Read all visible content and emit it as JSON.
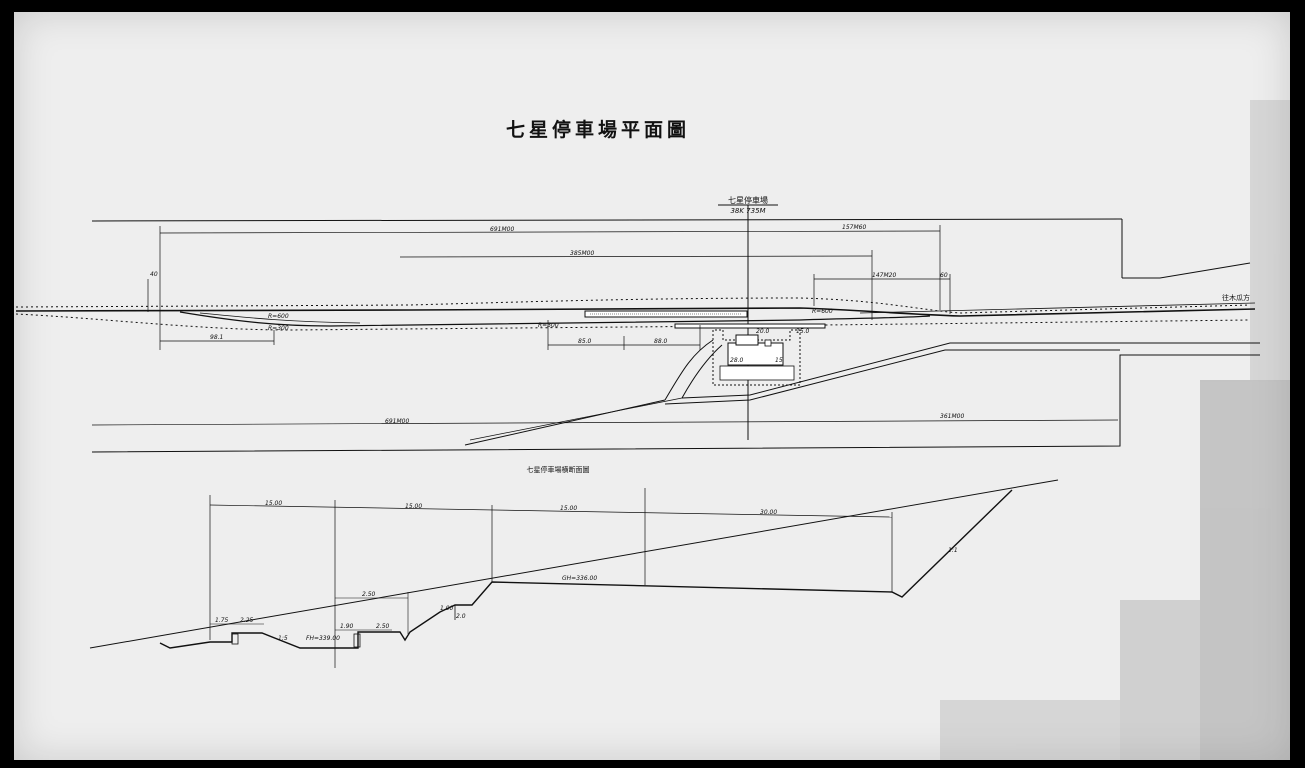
{
  "title": "七星停車場平面圖",
  "station_label": "七星停車場",
  "station_km": "38K 735M",
  "right_terminus_label": "往木瓜方",
  "section_title": "七星停車場横断面圖",
  "plan_dims": {
    "d_top_1": "691M00",
    "d_top_2": "157M60",
    "d_top_3": "385M00",
    "d_top_4": "147M20",
    "d_small_right": "60",
    "d_left_vert": "40",
    "d_lower_1": "98.1",
    "d_lower_2": "85.0",
    "d_lower_3": "88.0",
    "d_bottom_1": "691M00",
    "d_bottom_2": "361M00",
    "r_left_1": "R=600",
    "r_left_2": "R=300",
    "r_mid": "R=300",
    "r_right": "R=600",
    "bldg_1": "28.0",
    "bldg_2": "15",
    "bldg_3": "20.0",
    "bldg_4": "15.0"
  },
  "section_dims": {
    "s_top_1": "15.00",
    "s_top_2": "15.00",
    "s_top_3": "15.00",
    "s_top_4": "30.00",
    "s_mid_1": "2.50",
    "s_low_1": "1.75",
    "s_low_2": "2.25",
    "s_low_3": "1.90",
    "s_low_4": "2.50",
    "s_fh": "FH=339.00",
    "s_gh": "GH=336.00",
    "s_slope_left": "1:5",
    "s_slope_right": "1:1",
    "s_edge": "1.00",
    "s_small": "2.0"
  }
}
